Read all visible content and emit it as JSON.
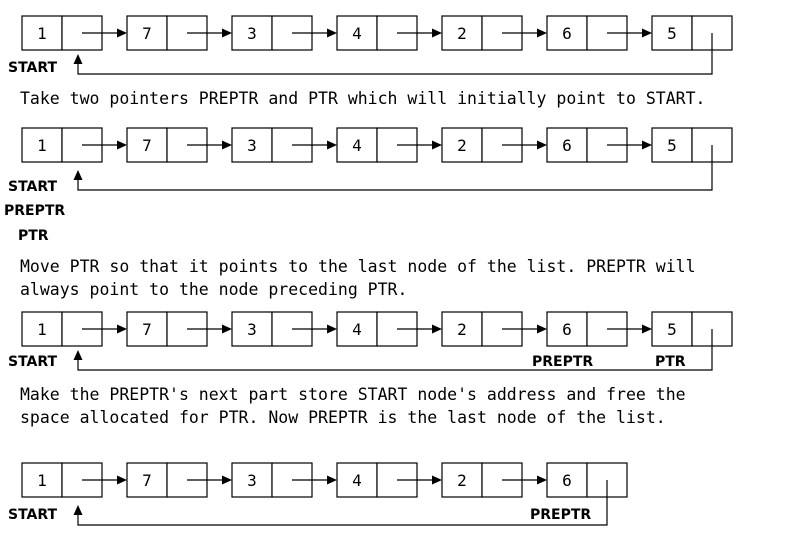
{
  "steps": [
    {
      "values": [
        "1",
        "7",
        "3",
        "4",
        "2",
        "6",
        "5"
      ],
      "labels": [
        {
          "id": "start",
          "text": "START"
        }
      ]
    },
    {
      "caption_lines": [
        "Take two pointers PREPTR and PTR which will initially point to START."
      ]
    },
    {
      "values": [
        "1",
        "7",
        "3",
        "4",
        "2",
        "6",
        "5"
      ],
      "labels": [
        {
          "id": "start",
          "text": "START"
        },
        {
          "id": "preptr",
          "text": "PREPTR"
        },
        {
          "id": "ptr",
          "text": "PTR"
        }
      ]
    },
    {
      "caption_lines": [
        "Move PTR so that it points to the last node of the list. PREPTR will",
        "always point to the node preceding PTR."
      ]
    },
    {
      "values": [
        "1",
        "7",
        "3",
        "4",
        "2",
        "6",
        "5"
      ],
      "labels": [
        {
          "id": "start",
          "text": "START"
        },
        {
          "id": "preptr",
          "text": "PREPTR"
        },
        {
          "id": "ptr",
          "text": "PTR"
        }
      ]
    },
    {
      "caption_lines": [
        "Make the PREPTR's next part store START node's address and free the",
        "space allocated for PTR. Now PREPTR is the last node of the list."
      ]
    },
    {
      "values": [
        "1",
        "7",
        "3",
        "4",
        "2",
        "6"
      ],
      "labels": [
        {
          "id": "start",
          "text": "START"
        },
        {
          "id": "preptr",
          "text": "PREPTR"
        }
      ]
    }
  ]
}
